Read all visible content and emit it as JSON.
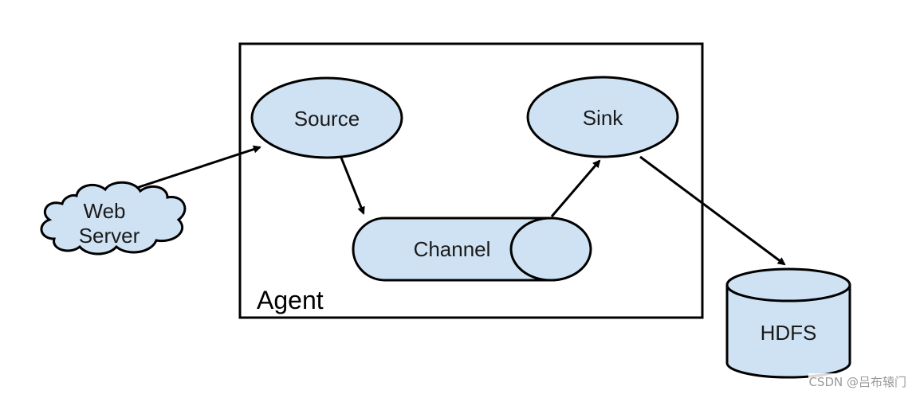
{
  "diagram": {
    "container_label": "Agent",
    "nodes": {
      "web_server": {
        "line1": "Web",
        "line2": "Server"
      },
      "source": {
        "label": "Source"
      },
      "channel": {
        "label": "Channel"
      },
      "sink": {
        "label": "Sink"
      },
      "hdfs": {
        "label": "HDFS"
      }
    },
    "edges": [
      {
        "from": "Web Server",
        "to": "Source"
      },
      {
        "from": "Source",
        "to": "Channel"
      },
      {
        "from": "Channel",
        "to": "Sink"
      },
      {
        "from": "Sink",
        "to": "HDFS"
      }
    ],
    "colors": {
      "node_fill": "#cfe2f3",
      "stroke": "#000000",
      "background": "#ffffff"
    }
  },
  "watermark": "CSDN @吕布辕门"
}
